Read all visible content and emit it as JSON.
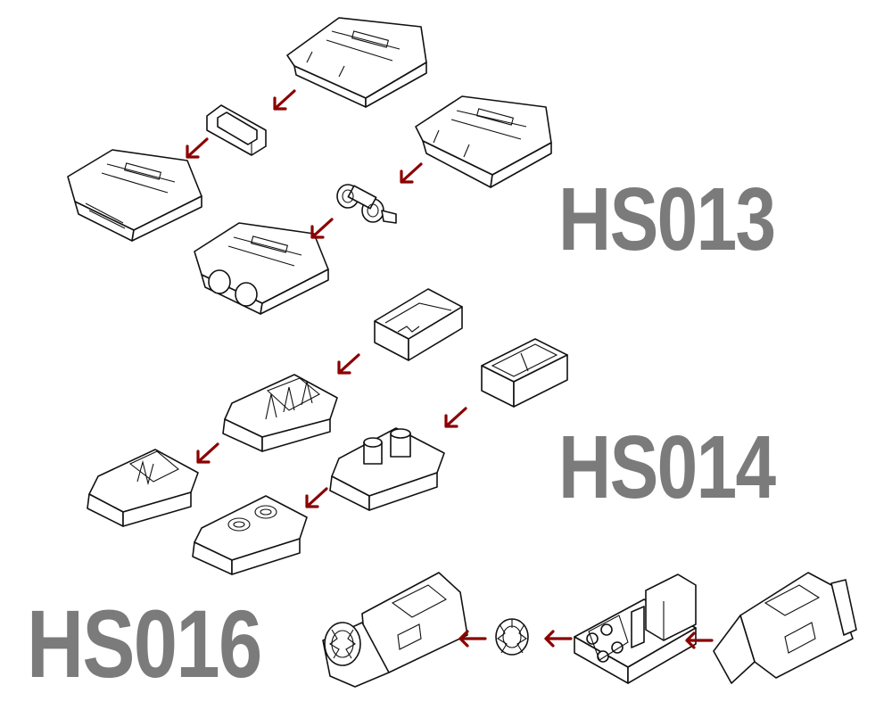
{
  "labels": {
    "hs013": "HS013",
    "hs014": "HS014",
    "hs016": "HS016"
  },
  "colors": {
    "label": "#7b7b7b",
    "arrow": "#8b0000",
    "line": "#111111"
  },
  "icons": {
    "arrow": "arrow-left-down-icon",
    "arrow_left": "arrow-left-icon"
  }
}
